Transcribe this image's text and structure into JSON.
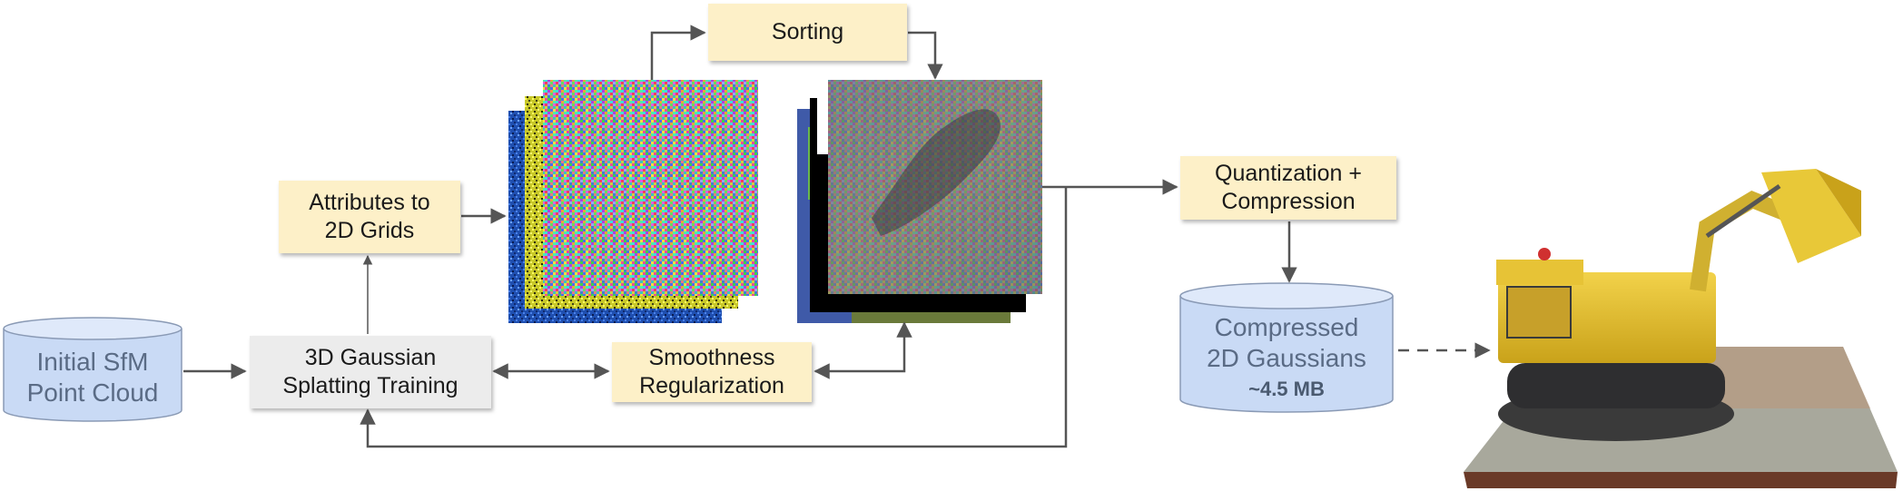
{
  "nodes": {
    "initial": "Initial SfM\nPoint Cloud",
    "training": "3D Gaussian\nSplatting Training",
    "attributes": "Attributes to\n2D Grids",
    "sorting": "Sorting",
    "smoothness": "Smoothness\nRegularization",
    "quantization": "Quantization +\nCompression",
    "compressed": "Compressed\n2D Gaussians",
    "compressed_size": "~4.5 MB"
  },
  "colors": {
    "box_yellow": "#fdf0c8",
    "box_gray": "#ececec",
    "cylinder_blue": "#c9daf5",
    "arrow": "#555555",
    "noise_blue": "#1f4fb0",
    "noise_yellow": "#e0e020"
  }
}
